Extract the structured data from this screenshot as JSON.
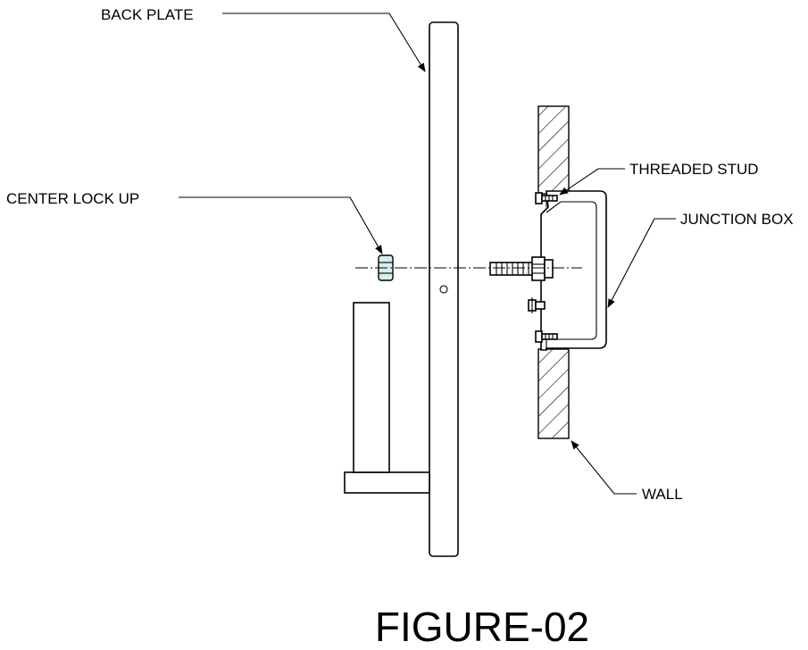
{
  "labels": {
    "back_plate": "BACK PLATE",
    "center_lock_up": "CENTER LOCK UP",
    "threaded_stud": "THREADED STUD",
    "junction_box": "JUNCTION BOX",
    "wall": "WALL"
  },
  "figure_title": "FIGURE-02",
  "colors": {
    "line": "#000000",
    "background": "#ffffff",
    "lock_nut_tint": "#d7eeee"
  }
}
